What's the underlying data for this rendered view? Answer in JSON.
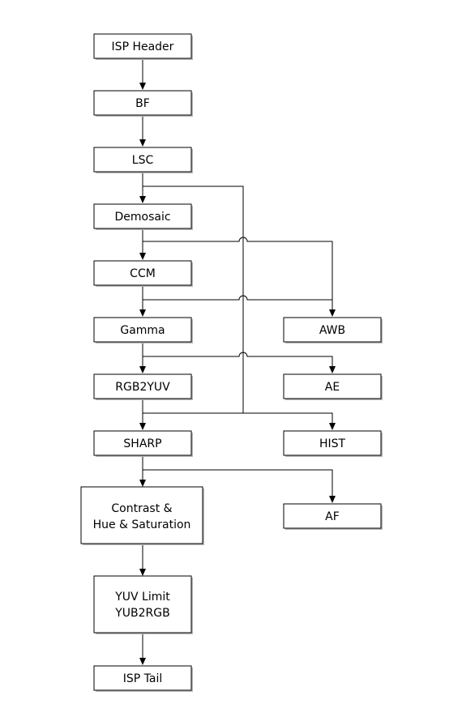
{
  "nodes": {
    "isp_header": {
      "label": "ISP Header"
    },
    "bf": {
      "label": "BF"
    },
    "lsc": {
      "label": "LSC"
    },
    "demosaic": {
      "label": "Demosaic"
    },
    "ccm": {
      "label": "CCM"
    },
    "gamma": {
      "label": "Gamma"
    },
    "rgb2yuv": {
      "label": "RGB2YUV"
    },
    "sharp": {
      "label": "SHARP"
    },
    "contrast": {
      "line1": "Contrast &",
      "line2": "Hue & Saturation"
    },
    "yuv_limit": {
      "line1": "YUV Limit",
      "line2": "YUB2RGB"
    },
    "isp_tail": {
      "label": "ISP Tail"
    },
    "awb": {
      "label": "AWB"
    },
    "ae": {
      "label": "AE"
    },
    "hist": {
      "label": "HIST"
    },
    "af": {
      "label": "AF"
    }
  },
  "colors": {
    "stroke": "#000000",
    "fill": "#ffffff",
    "shadow": "#b8b8b8"
  }
}
